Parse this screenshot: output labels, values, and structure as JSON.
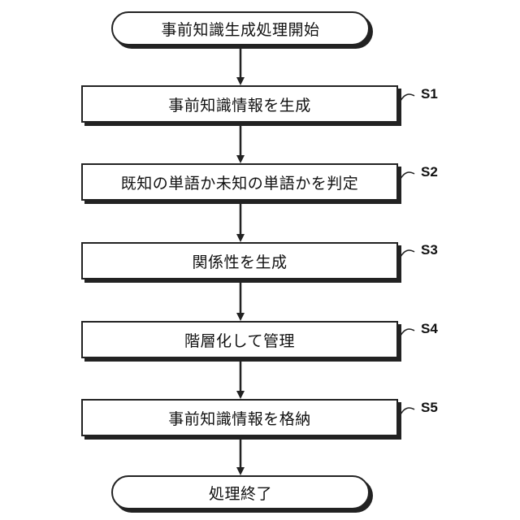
{
  "start": {
    "label": "事前知識生成処理開始"
  },
  "steps": [
    {
      "id": "S1",
      "label": "事前知識情報を生成"
    },
    {
      "id": "S2",
      "label": "既知の単語か未知の単語かを判定"
    },
    {
      "id": "S3",
      "label": "関係性を生成"
    },
    {
      "id": "S4",
      "label": "階層化して管理"
    },
    {
      "id": "S5",
      "label": "事前知識情報を格納"
    }
  ],
  "end": {
    "label": "処理終了"
  }
}
